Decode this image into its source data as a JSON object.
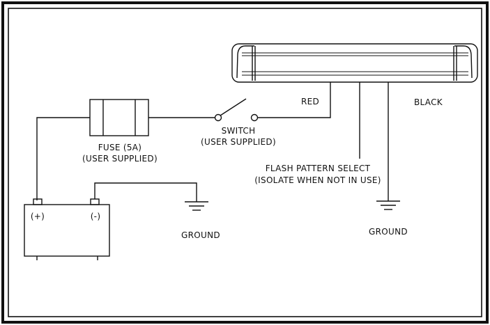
{
  "labels": {
    "red": "RED",
    "black": "BLACK",
    "fuse_line1": "FUSE (5A)",
    "fuse_line2": "(USER SUPPLIED)",
    "switch_line1": "SWITCH",
    "switch_line2": "(USER SUPPLIED)",
    "flash_line1": "FLASH PATTERN SELECT",
    "flash_line2": "(ISOLATE WHEN NOT IN USE)",
    "battery_pos": "(+)",
    "battery_neg": "(-)",
    "ground_left": "GROUND",
    "ground_right": "GROUND"
  },
  "colors": {
    "line": "#111111",
    "background": "#ffffff"
  }
}
